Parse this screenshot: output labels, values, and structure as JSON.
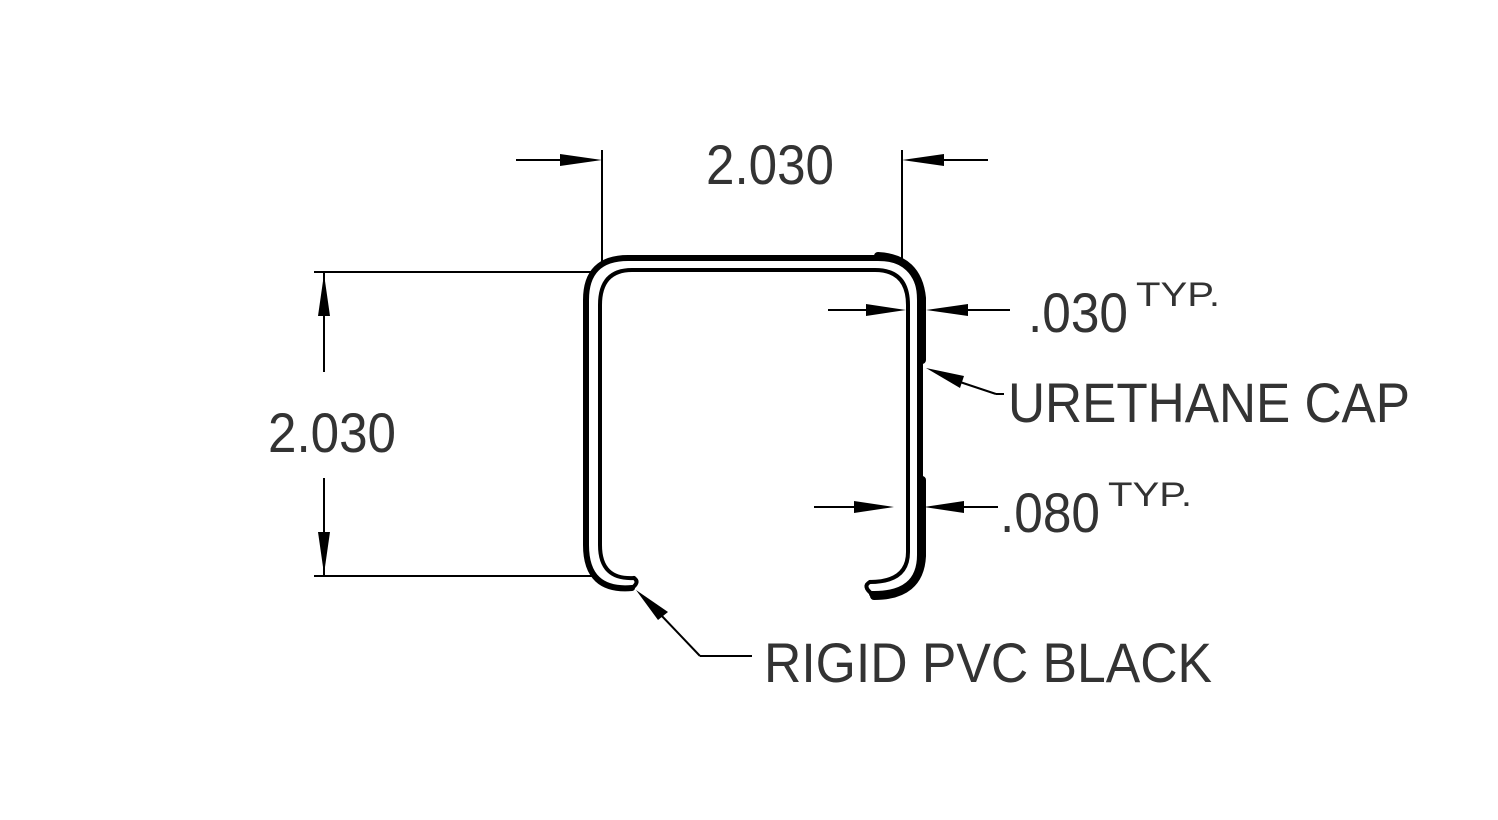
{
  "dimensions": {
    "width_label": "2.030",
    "height_label": "2.030",
    "cap_thickness_label": ".030",
    "wall_thickness_label": ".080",
    "typ_label": "TYP."
  },
  "callouts": {
    "cap": "URETHANE CAP",
    "body": "RIGID PVC BLACK"
  }
}
